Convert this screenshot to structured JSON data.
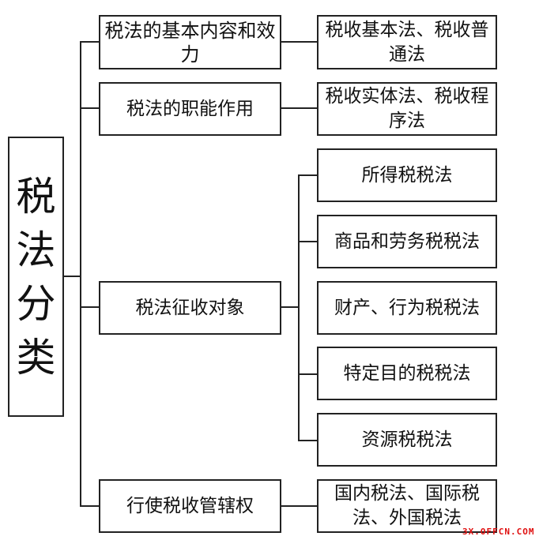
{
  "root": "税法分类",
  "level2": [
    {
      "label": "税法的基本内容和效力",
      "children": [
        "税收基本法、税收普通法"
      ]
    },
    {
      "label": "税法的职能作用",
      "children": [
        "税收实体法、税收程序法"
      ]
    },
    {
      "label": "税法征收对象",
      "children": [
        "所得税税法",
        "商品和劳务税税法",
        "财产、行为税税法",
        "特定目的税税法",
        "资源税税法"
      ]
    },
    {
      "label": "行使税收管辖权",
      "children": [
        "国内税法、国际税法、外国税法"
      ]
    }
  ],
  "watermark": "3X.OFFCN.COM"
}
